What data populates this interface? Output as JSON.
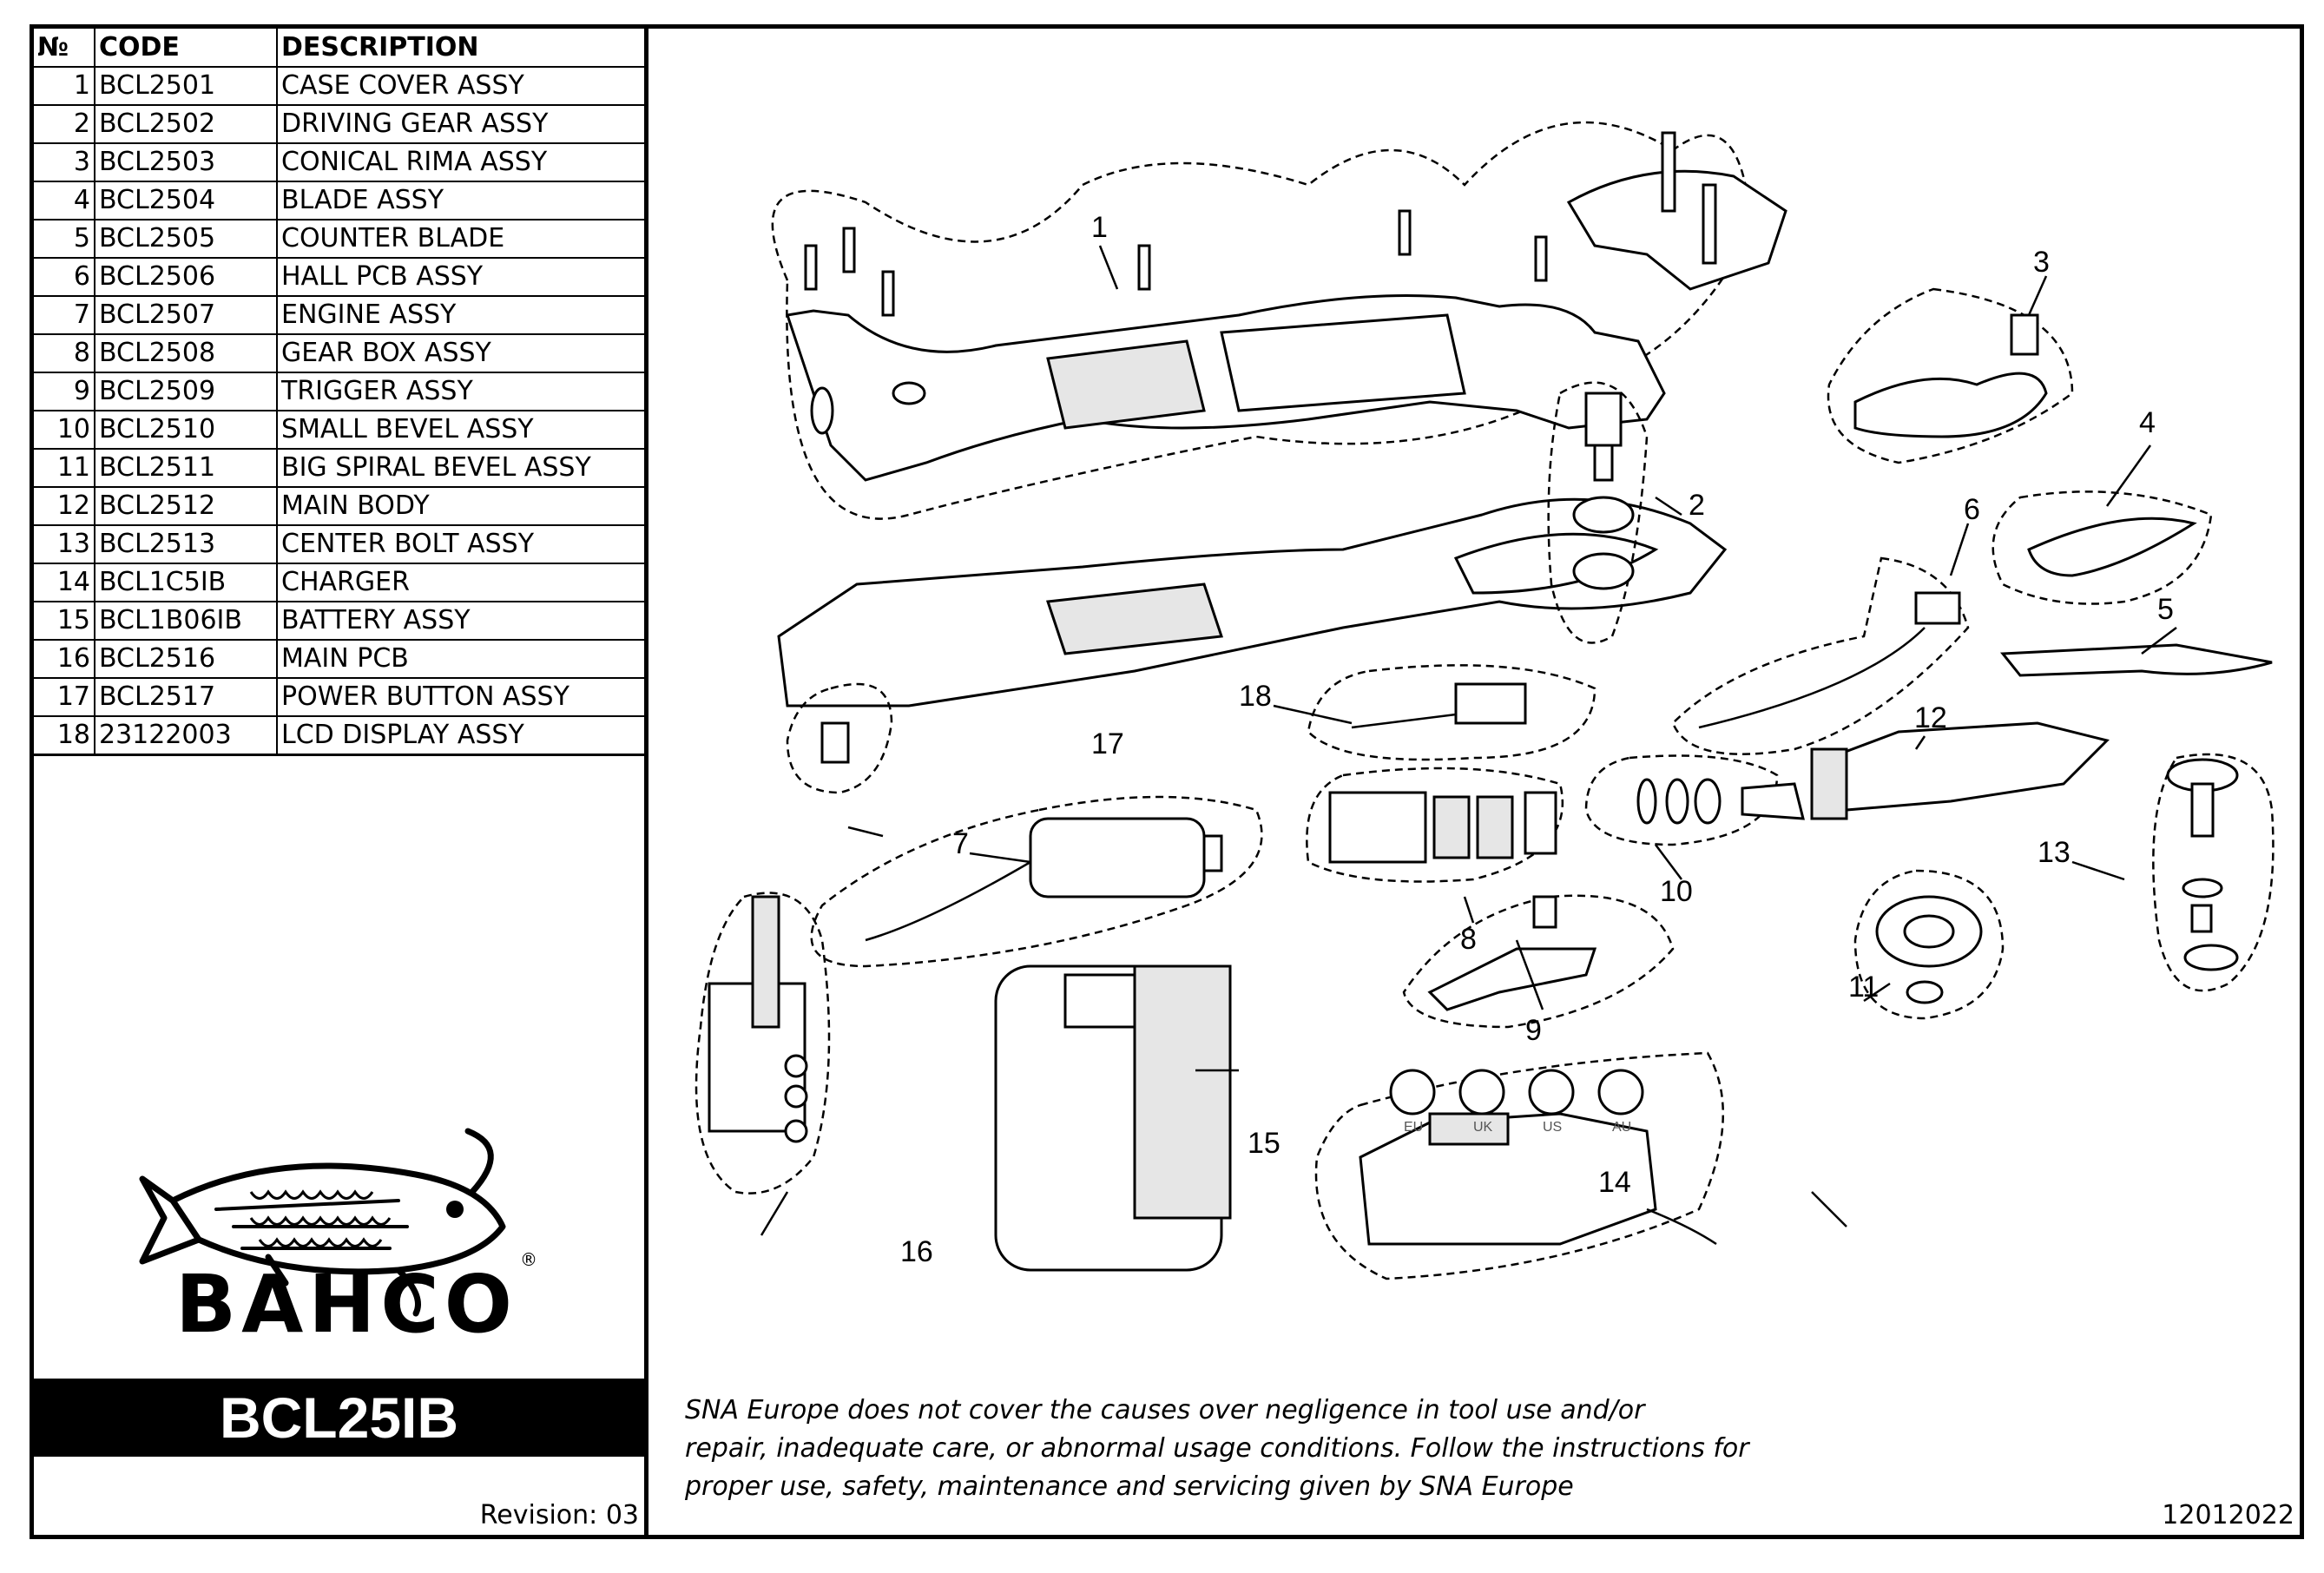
{
  "table": {
    "headers": [
      "№",
      "CODE",
      "DESCRIPTION"
    ],
    "rows": [
      {
        "no": "1",
        "code": "BCL2501",
        "desc": "CASE COVER ASSY"
      },
      {
        "no": "2",
        "code": "BCL2502",
        "desc": "DRIVING GEAR ASSY"
      },
      {
        "no": "3",
        "code": "BCL2503",
        "desc": "CONICAL RIMA ASSY"
      },
      {
        "no": "4",
        "code": "BCL2504",
        "desc": "BLADE ASSY"
      },
      {
        "no": "5",
        "code": "BCL2505",
        "desc": "COUNTER BLADE"
      },
      {
        "no": "6",
        "code": "BCL2506",
        "desc": "HALL PCB ASSY"
      },
      {
        "no": "7",
        "code": "BCL2507",
        "desc": "ENGINE ASSY"
      },
      {
        "no": "8",
        "code": "BCL2508",
        "desc": "GEAR BOX ASSY"
      },
      {
        "no": "9",
        "code": "BCL2509",
        "desc": "TRIGGER ASSY"
      },
      {
        "no": "10",
        "code": "BCL2510",
        "desc": "SMALL BEVEL ASSY"
      },
      {
        "no": "11",
        "code": "BCL2511",
        "desc": "BIG SPIRAL BEVEL ASSY"
      },
      {
        "no": "12",
        "code": "BCL2512",
        "desc": "MAIN BODY"
      },
      {
        "no": "13",
        "code": "BCL2513",
        "desc": "CENTER BOLT ASSY"
      },
      {
        "no": "14",
        "code": "BCL1C5IB",
        "desc": "CHARGER"
      },
      {
        "no": "15",
        "code": "BCL1B06IB",
        "desc": "BATTERY ASSY"
      },
      {
        "no": "16",
        "code": "BCL2516",
        "desc": "MAIN PCB"
      },
      {
        "no": "17",
        "code": "BCL2517",
        "desc": "POWER BUTTON ASSY"
      },
      {
        "no": "18",
        "code": "23122003",
        "desc": "LCD DISPLAY ASSY"
      }
    ]
  },
  "brand": {
    "name": "BAHCO",
    "registered": "®"
  },
  "model": "BCL25IB",
  "revision": "Revision: 03",
  "disclaimer": [
    "SNA Europe does not cover the causes over negligence in tool use and/or",
    "repair, inadequate care, or abnormal usage conditions. Follow the instructions for",
    "proper use, safety, maintenance and servicing given by SNA Europe"
  ],
  "doc_number": "12012022",
  "callouts": [
    "1",
    "2",
    "3",
    "4",
    "5",
    "6",
    "7",
    "8",
    "9",
    "10",
    "11",
    "12",
    "13",
    "14",
    "15",
    "16",
    "17",
    "18"
  ],
  "plug_types": [
    "EU",
    "UK",
    "US",
    "AU"
  ]
}
